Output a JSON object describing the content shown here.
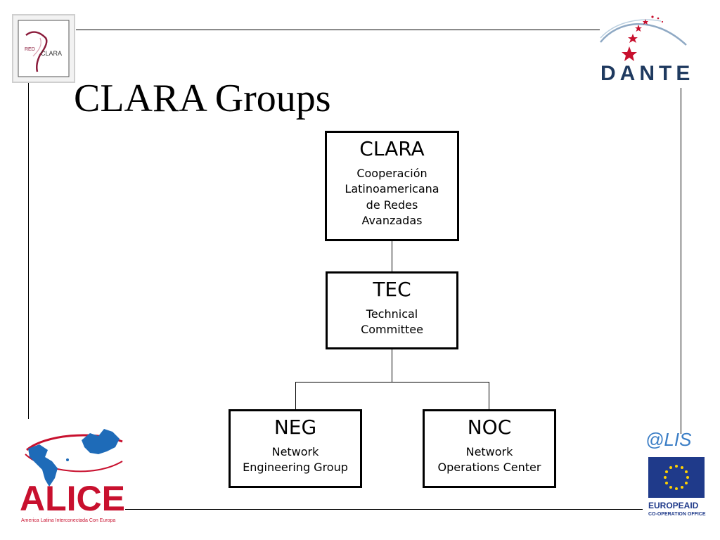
{
  "slide": {
    "title": "CLARA Groups"
  },
  "logos": {
    "redclara": {
      "text_a": "RED",
      "text_b": "CLARA"
    },
    "dante": {
      "text": "DANTE"
    },
    "alice": {
      "text": "ALICE",
      "subtitle": "America Latina Interconectada Con Europa"
    },
    "alis": {
      "text": "@LIS"
    },
    "europeaid": {
      "text_line1": "EUROPEAID",
      "text_line2": "CO-OPERATION OFFICE"
    }
  },
  "colors": {
    "alice_red": "#c8102e",
    "dante_navy": "#1f3a5f",
    "eu_blue": "#1f3a8a",
    "eu_star_yellow": "#ffd200"
  },
  "org_chart": {
    "clara": {
      "abbr": "CLARA",
      "full_lines": [
        "Cooperación",
        "Latinoamericana",
        "de Redes",
        "Avanzadas"
      ]
    },
    "tec": {
      "abbr": "TEC",
      "full_lines": [
        "Technical",
        "Committee"
      ]
    },
    "neg": {
      "abbr": "NEG",
      "full_lines": [
        "Network",
        "Engineering Group"
      ]
    },
    "noc": {
      "abbr": "NOC",
      "full_lines": [
        "Network",
        "Operations Center"
      ]
    }
  }
}
